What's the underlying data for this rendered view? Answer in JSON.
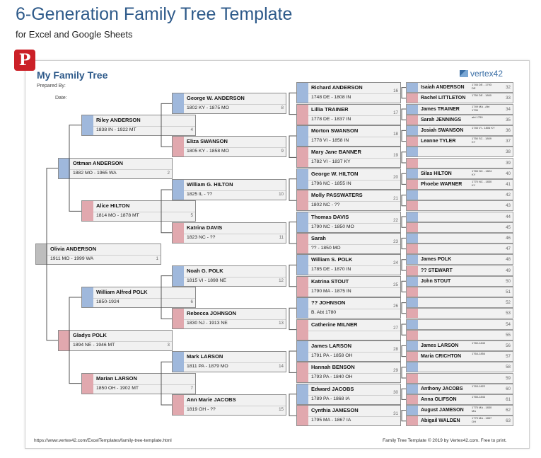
{
  "header": {
    "title": "6-Generation Family Tree Template",
    "subtitle": "for Excel and Google Sheets",
    "pinterest_glyph": "P"
  },
  "sheet": {
    "title": "My Family Tree",
    "prepared_by_label": "Prepared By:",
    "date_label": "Date:",
    "brand": "vertex42",
    "footer_left": "https://www.vertex42.com/ExcelTemplates/family-tree-template.html",
    "footer_right": "Family Tree Template © 2019 by Vertex42.com. Free to print."
  },
  "colors": {
    "male": "#9fb8dc",
    "female": "#e1a8ae",
    "self": "#bdbdbd",
    "title": "#2e5a8a",
    "pinterest": "#cb2027"
  },
  "people": {
    "p1": {
      "name": "Olivia ANDERSON",
      "dates": "1911 MO - 1999 WA",
      "num": "1"
    },
    "p2": {
      "name": "Ottman ANDERSON",
      "dates": "1882 MO - 1965 WA",
      "num": "2"
    },
    "p3": {
      "name": "Gladys POLK",
      "dates": "1894 NE - 1946 MT",
      "num": "3"
    },
    "p4": {
      "name": "Riley ANDERSON",
      "dates": "1838 IN - 1922 MT",
      "num": "4"
    },
    "p5": {
      "name": "Alice HILTON",
      "dates": "1814 MO - 1878 MT",
      "num": "5"
    },
    "p6": {
      "name": "William Alfred POLK",
      "dates": "1850-1924",
      "num": "6"
    },
    "p7": {
      "name": "Marian LARSON",
      "dates": "1850 OH - 1902 MT",
      "num": "7"
    },
    "p8": {
      "name": "George W. ANDERSON",
      "dates": "1802 KY - 1875 MO",
      "num": "8"
    },
    "p9": {
      "name": "Eliza SWANSON",
      "dates": "1805 KY - 1858 MO",
      "num": "9"
    },
    "p10": {
      "name": "William G. HILTON",
      "dates": "1825 IL - ??",
      "num": "10"
    },
    "p11": {
      "name": "Katrina DAVIS",
      "dates": "1823 NC - ??",
      "num": "11"
    },
    "p12": {
      "name": "Noah G. POLK",
      "dates": "1815 VI - 1898 NE",
      "num": "12"
    },
    "p13": {
      "name": "Rebecca JOHNSON",
      "dates": "1830 NJ - 1913 NE",
      "num": "13"
    },
    "p14": {
      "name": "Mark LARSON",
      "dates": "1811 PA - 1879 MO",
      "num": "14"
    },
    "p15": {
      "name": "Ann Marie JACOBS",
      "dates": "1819 OH - ??",
      "num": "15"
    },
    "p16": {
      "name": "Richard ANDERSON",
      "dates": "1748 DE - 1808 IN",
      "num": "16"
    },
    "p17": {
      "name": "Lillia TRAINER",
      "dates": "1778 DE - 1837 IN",
      "num": "17"
    },
    "p18": {
      "name": "Morton SWANSON",
      "dates": "1778 VI - 1858 IN",
      "num": "18"
    },
    "p19": {
      "name": "Mary Jane BANNER",
      "dates": "1782 VI - 1837 KY",
      "num": "19"
    },
    "p20": {
      "name": "George W. HILTON",
      "dates": "1796 NC - 1855 IN",
      "num": "20"
    },
    "p21": {
      "name": "Molly PASSWATERS",
      "dates": "1802 NC - ??",
      "num": "21"
    },
    "p22": {
      "name": "Thomas DAVIS",
      "dates": "1790 NC - 1850 MO",
      "num": "22"
    },
    "p23": {
      "name": "Sarah",
      "dates": "?? - 1850 MO",
      "num": "23"
    },
    "p24": {
      "name": "William S. POLK",
      "dates": "1785 DE - 1870 IN",
      "num": "24"
    },
    "p25": {
      "name": "Katrina STOUT",
      "dates": "1790 MA - 1875 IN",
      "num": "25"
    },
    "p26": {
      "name": "?? JOHNSON",
      "dates": "B. Abt 1780",
      "num": "26"
    },
    "p27": {
      "name": "Catherine MILNER",
      "dates": "",
      "num": "27"
    },
    "p28": {
      "name": "James LARSON",
      "dates": "1791 PA - 1858 OH",
      "num": "28"
    },
    "p29": {
      "name": "Hannah BENSON",
      "dates": "1793 PA - 1840 OH",
      "num": "29"
    },
    "p30": {
      "name": "Edward JACOBS",
      "dates": "1789 PA - 1868 IA",
      "num": "30"
    },
    "p31": {
      "name": "Cynthia JAMESON",
      "dates": "1795 MA - 1867 IA",
      "num": "31"
    },
    "p32": {
      "name": "Isaiah ANDERSON",
      "mini": "1745 DE - 1793 DE",
      "num": "32"
    },
    "p33": {
      "name": "Rachel LITTLETON",
      "mini": "1750 DE - 1800",
      "num": "33"
    },
    "p34": {
      "name": "James TRAINER",
      "mini": "1749 MA - Abt 1795",
      "num": "34"
    },
    "p35": {
      "name": "Sarah JENNINGS",
      "mini": "abt 1750",
      "num": "35"
    },
    "p36": {
      "name": "Josiah SWANSON",
      "mini": "1745 VI - 1806 KY",
      "num": "36"
    },
    "p37": {
      "name": "Leanne TYLER",
      "mini": "1750 SC - 1809 KY",
      "num": "37"
    },
    "p38": {
      "name": "",
      "mini": "",
      "num": "38"
    },
    "p39": {
      "name": "",
      "mini": "",
      "num": "39"
    },
    "p40": {
      "name": "Silas HILTON",
      "mini": "1765 NC - 1824 KY",
      "num": "40"
    },
    "p41": {
      "name": "Phoebe WARNER",
      "mini": "1770 NC - 1830 KY",
      "num": "41"
    },
    "p42": {
      "name": "",
      "mini": "",
      "num": "42"
    },
    "p43": {
      "name": "",
      "mini": "",
      "num": "43"
    },
    "p44": {
      "name": "",
      "mini": "",
      "num": "44"
    },
    "p45": {
      "name": "",
      "mini": "",
      "num": "45"
    },
    "p46": {
      "name": "",
      "mini": "",
      "num": "46"
    },
    "p47": {
      "name": "",
      "mini": "",
      "num": "47"
    },
    "p48": {
      "name": "James POLK",
      "mini": "",
      "num": "48"
    },
    "p49": {
      "name": "?? STEWART",
      "mini": "",
      "num": "49"
    },
    "p50": {
      "name": "John STOUT",
      "mini": "",
      "num": "50"
    },
    "p51": {
      "name": "",
      "mini": "",
      "num": "51"
    },
    "p52": {
      "name": "",
      "mini": "",
      "num": "52"
    },
    "p53": {
      "name": "",
      "mini": "",
      "num": "53"
    },
    "p54": {
      "name": "",
      "mini": "",
      "num": "54"
    },
    "p55": {
      "name": "",
      "mini": "",
      "num": "55"
    },
    "p56": {
      "name": "James LARSON",
      "mini": "1760-1840",
      "num": "56"
    },
    "p57": {
      "name": "Maria CRICHTON",
      "mini": "1764-1854",
      "num": "57"
    },
    "p58": {
      "name": "",
      "mini": "",
      "num": "58"
    },
    "p59": {
      "name": "",
      "mini": "",
      "num": "59"
    },
    "p60": {
      "name": "Anthony JACOBS",
      "mini": "1763-1822",
      "num": "60"
    },
    "p61": {
      "name": "Anna OLIFSON",
      "mini": "1765-1844",
      "num": "61"
    },
    "p62": {
      "name": "August JAMESON",
      "mini": "1775 MA - 1830 MA",
      "num": "62"
    },
    "p63": {
      "name": "Abigail WALDEN",
      "mini": "1779 MA - 1857 OH",
      "num": "63"
    }
  }
}
